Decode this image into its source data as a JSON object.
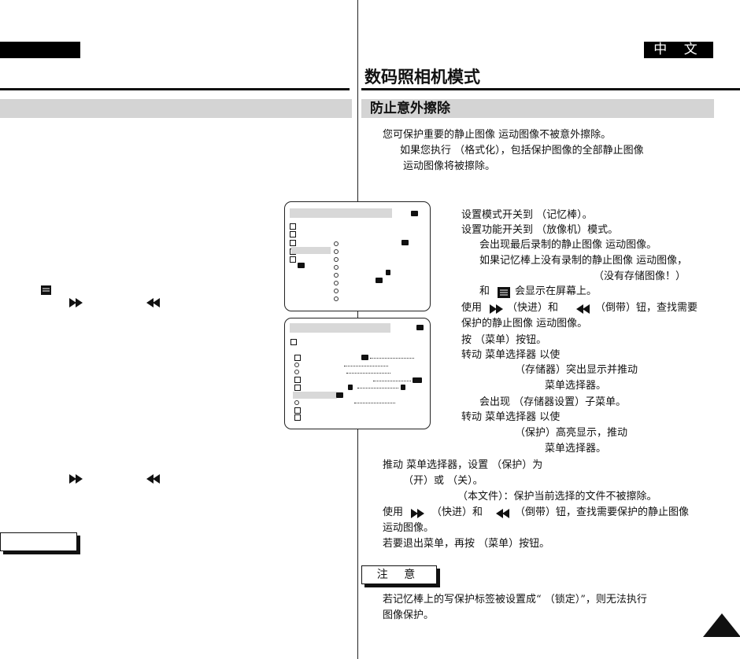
{
  "header": {
    "language_tab": "中 文",
    "page_title": "数码照相机模式"
  },
  "section": {
    "title": "防止意外擦除"
  },
  "intro": {
    "line1": "您可保护重要的静止图像 运动图像不被意外擦除。",
    "line2": "如果您执行          （格式化），包括保护图像的全部静止图像",
    "line3": "运动图像将被擦除。"
  },
  "steps": [
    "设置模式开关到                  （记忆棒）。",
    "设置功能开关到              （放像机）模式。",
    "会出现最后录制的静止图像 运动图像。",
    "如果记忆棒上没有录制的静止图像 运动图像，",
    "（没有存储图像！）",
    "和",
    "会显示在屏幕上。",
    "使用",
    "（快进）和",
    "（倒带）钮，查找需要",
    "保护的静止图像 运动图像。",
    "按          （菜单）按钮。",
    "转动                        菜单选择器 以使",
    "（存储器）突出显示并推动",
    "菜单选择器。",
    "会出现                  （存储器设置）子菜单。",
    "转动                        菜单选择器 以使",
    "（保护）高亮显示，推动",
    "菜单选择器。",
    "推动                        菜单选择器，设置              （保护）为",
    "（开）或     （关）。",
    "（本文件）：保护当前选择的文件不被擦除。",
    "使用",
    "（快进）和",
    "（倒带）钮，查找需要保护的静止图像",
    "运动图像。",
    "若要退出菜单，再按          （菜单）按钮。"
  ],
  "note": {
    "label": "注 意",
    "line1": "若记忆棒上的写保护标签被设置成“          （锁定）”，则无法执行",
    "line2": "图像保护。"
  },
  "icons": {
    "fast_forward": "▶▶",
    "rewind": "◀◀",
    "menu": "menu-icon"
  }
}
